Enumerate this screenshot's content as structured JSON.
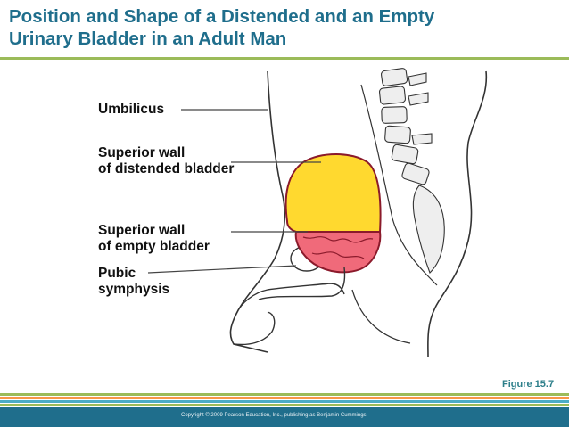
{
  "slide": {
    "title_line1": "Position and Shape of a Distended and an Empty",
    "title_line2": "Urinary Bladder in an Adult Man"
  },
  "diagram": {
    "labels": {
      "umbilicus": "Umbilicus",
      "superior_wall_distended_1": "Superior wall",
      "superior_wall_distended_2": "of distended bladder",
      "superior_wall_empty_1": "Superior wall",
      "superior_wall_empty_2": "of empty bladder",
      "pubic_1": "Pubic",
      "pubic_2": "symphysis"
    },
    "colors": {
      "distended_bladder": "#ffd92f",
      "empty_bladder": "#f06a7a",
      "bladder_outline": "#8b1a2b",
      "outline": "#333333"
    }
  },
  "figure_caption": "Figure 15.7",
  "footer": {
    "copyright": "Copyright © 2009 Pearson Education, Inc., publishing as Benjamin Cummings",
    "stripe_colors": [
      "#9bbb59",
      "#f79646",
      "#4bacc6",
      "#1f6e8c"
    ]
  }
}
